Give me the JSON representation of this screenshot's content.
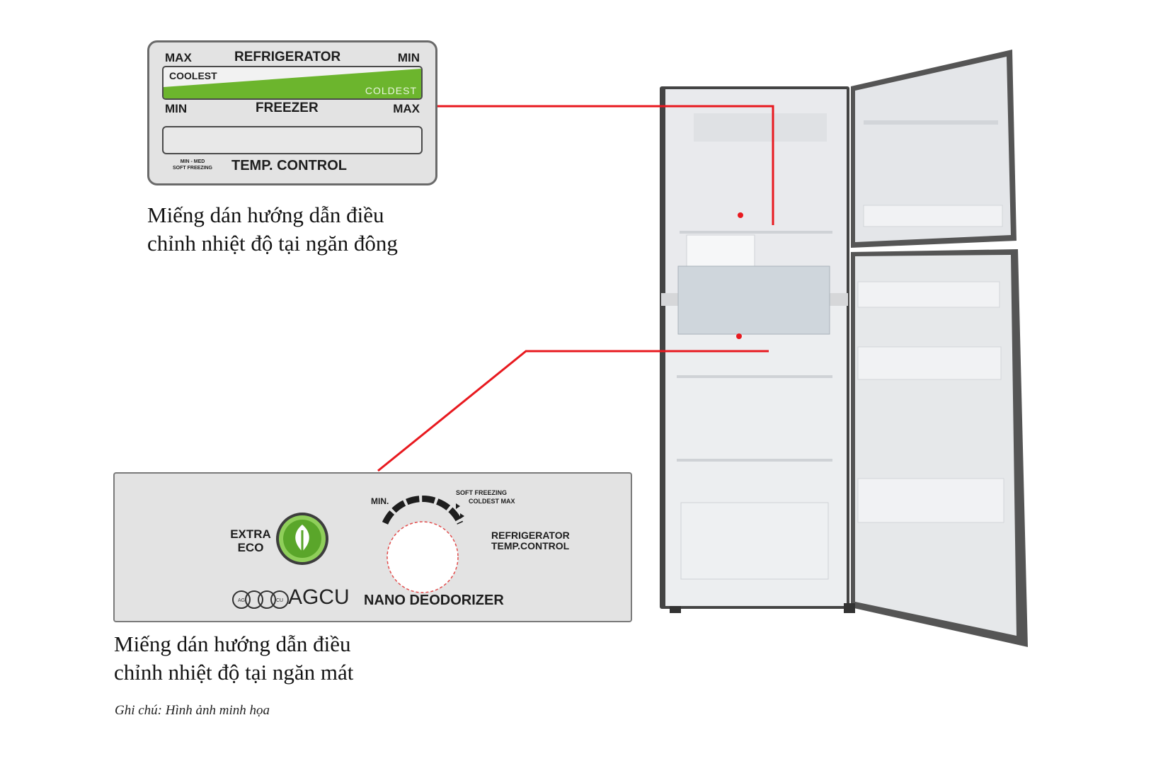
{
  "freezer_label": {
    "max_left": "MAX",
    "title_top": "REFRIGERATOR",
    "min_right": "MIN",
    "coolest": "COOLEST",
    "coldest": "COLDEST",
    "min_left": "MIN",
    "title_bottom": "FREEZER",
    "max_right": "MAX",
    "min_med": "MIN - MED",
    "soft_freezing": "SOFT FREEZING",
    "temp_control": "TEMP. CONTROL",
    "accent_color": "#6cb52d"
  },
  "freezer_caption": {
    "line1": "Miếng dán hướng dẫn điều",
    "line2": "chỉnh nhiệt độ tại ngăn đông"
  },
  "fridge_label": {
    "extra": "EXTRA",
    "eco": "ECO",
    "eco_icon": "leaf-icon",
    "eco_color": "#5aa62a",
    "dial_min": "MIN.",
    "soft_freezing": "SOFT FREEZING",
    "coldest_max": "COLDEST MAX",
    "ref_line1": "REFRIGERATOR",
    "ref_line2": "TEMP.CONTROL",
    "agcu_logo": "agcu-rings-logo",
    "agcu_ag": "AG",
    "agcu_cu": "CU",
    "agcu": "AGCU",
    "nano": "NANO DEODORIZER"
  },
  "fridge_caption": {
    "line1": "Miếng dán hướng dẫn điều",
    "line2": "chỉnh nhiệt độ tại ngăn mát"
  },
  "note": "Ghi chú: Hình ảnh minh họa",
  "callout_color": "#e8191f"
}
